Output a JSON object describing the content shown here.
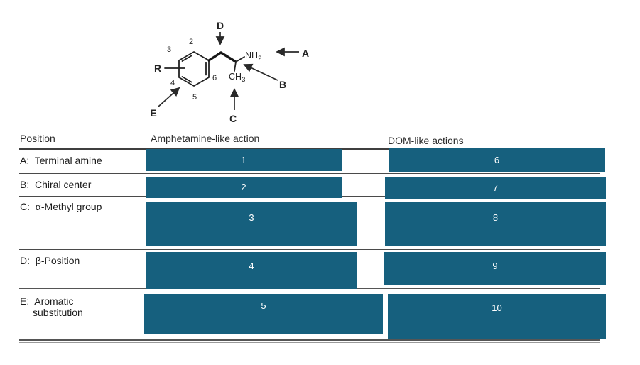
{
  "colors": {
    "redaction_box": "#16607e",
    "rule_dark": "#4a4a4a",
    "rule_light": "#9a9a9a"
  },
  "diagram": {
    "ring_numbers": {
      "c2": "2",
      "c3": "3",
      "c4": "4",
      "c5": "5",
      "c6": "6"
    },
    "substituent": "R",
    "amine_main": "NH",
    "amine_sub": "2",
    "methyl_main": "CH",
    "methyl_sub": "3",
    "arrow_labels": {
      "a": "A",
      "b": "B",
      "c": "C",
      "d": "D",
      "e": "E"
    }
  },
  "table": {
    "headers": {
      "position": "Position",
      "amphetamine": "Amphetamine-like action",
      "dom": "DOM-like actions"
    },
    "rows": [
      {
        "label": "A:  Terminal amine",
        "amph": "1",
        "dom": "6"
      },
      {
        "label": "B:  Chiral center",
        "amph": "2",
        "dom": "7"
      },
      {
        "label": "C:  α-Methyl group",
        "amph": "3",
        "dom": "8"
      },
      {
        "label": "D:  β-Position",
        "amph": "4",
        "dom": "9"
      },
      {
        "label_line1": "E:  Aromatic",
        "label_line2": "substitution",
        "amph": "5",
        "dom": "10"
      }
    ]
  }
}
